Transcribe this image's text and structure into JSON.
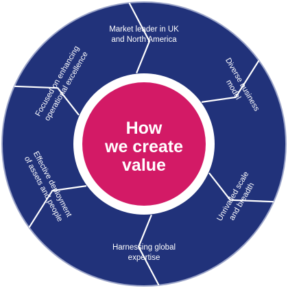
{
  "hub": {
    "lines": [
      "How",
      "we create",
      "value"
    ]
  },
  "segments": [
    {
      "id": "market-leader",
      "lines": [
        "Market leader in UK",
        "and North America"
      ]
    },
    {
      "id": "diverse-business-model",
      "lines": [
        "Diverse business",
        "model"
      ]
    },
    {
      "id": "unrivalled-scale",
      "lines": [
        "Unrivalled scale",
        "and breadth"
      ]
    },
    {
      "id": "harnessing-global-expertise",
      "lines": [
        "Harnessing global",
        "expertise"
      ]
    },
    {
      "id": "effective-deployment",
      "lines": [
        "Effective deployment",
        "of assets and people"
      ]
    },
    {
      "id": "operational-excellence",
      "lines": [
        "Focused on enhancing",
        "operational excellence"
      ]
    }
  ],
  "colors": {
    "ring": "#21327a",
    "ring_outline": "#9aa3c8",
    "divider": "#ffffff",
    "inner_band": "#ffffff",
    "hub": "#d31a66",
    "text": "#ffffff"
  }
}
